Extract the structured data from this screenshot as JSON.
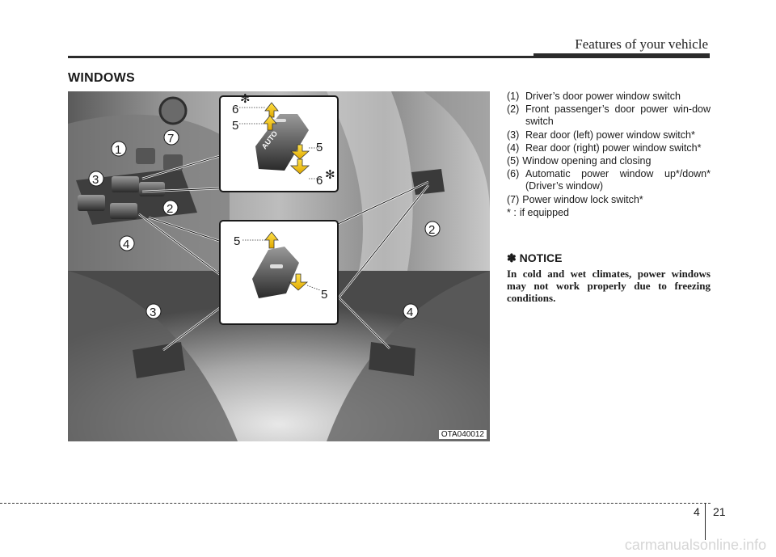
{
  "header": {
    "title": "Features of your vehicle"
  },
  "section": {
    "title": "WINDOWS"
  },
  "figure": {
    "code": "OTA040012",
    "callouts": {
      "c1": "1",
      "c2a": "2",
      "c2b": "2",
      "c3a": "3",
      "c3b": "3",
      "c4a": "4",
      "c4b": "4",
      "c5a": "5",
      "c5b": "5",
      "c5c": "5",
      "c5d": "5",
      "c6a": "6",
      "c6b": "6",
      "c7": "7",
      "star": "✻",
      "auto": "AUTO"
    }
  },
  "legend": [
    {
      "num": "(1)",
      "text": "Driver’s door power window switch"
    },
    {
      "num": "(2)",
      "text": "Front passenger’s door power win-dow switch"
    },
    {
      "num": "(3)",
      "text": "Rear door (left) power window switch*"
    },
    {
      "num": "(4)",
      "text": "Rear door (right) power window switch*"
    },
    {
      "num": "(5)",
      "text": "Window opening and closing"
    },
    {
      "num": "(6)",
      "text": "Automatic power window up*/down* (Driver’s window)"
    },
    {
      "num": "(7)",
      "text": "Power window lock switch*"
    },
    {
      "num": "* :",
      "text": "if equipped"
    }
  ],
  "notice": {
    "title": "✽ NOTICE",
    "text": "In cold and wet climates, power windows may not work properly due to freezing conditions."
  },
  "footer": {
    "chapter": "4",
    "page": "21",
    "watermark": "carmanualsonline.info"
  }
}
